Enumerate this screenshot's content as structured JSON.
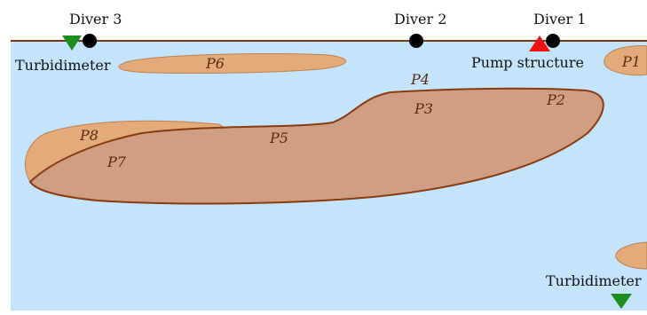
{
  "colors": {
    "water": "#c3e4fa",
    "surface_line": "#7a3a10",
    "lens_light": "#e3aa7a",
    "lens_dark": "#cf9e83",
    "lens_outline": "#8a3a10",
    "diver": "#000000",
    "turbidimeter": "#1f8c1f",
    "pump": "#ee1111"
  },
  "divers": [
    {
      "label": "Diver 3"
    },
    {
      "label": "Diver 2"
    },
    {
      "label": "Diver 1"
    }
  ],
  "instruments": {
    "turbidimeter_left": "Turbidimeter",
    "turbidimeter_right": "Turbidimeter",
    "pump": "Pump structure"
  },
  "lenses": [
    "P1",
    "P2",
    "P3",
    "P4",
    "P5",
    "P6",
    "P7",
    "P8"
  ],
  "icons": {
    "diver": "filled-circle",
    "turbidimeter": "green-down-triangle",
    "pump": "red-up-triangle"
  }
}
